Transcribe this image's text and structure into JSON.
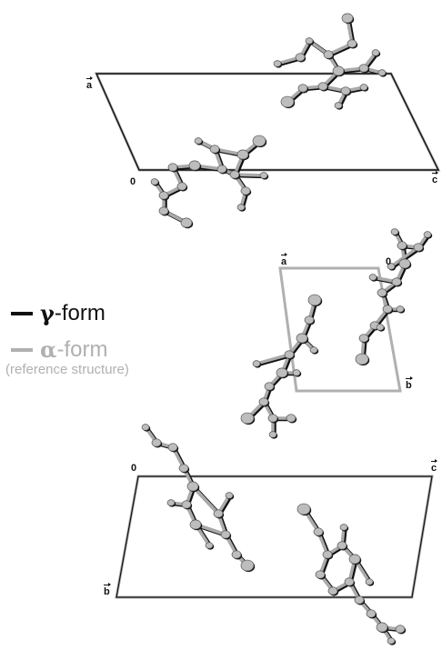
{
  "colors": {
    "gamma": "#111111",
    "alpha": "#b0b0b0",
    "atom": "#bdbdbd"
  },
  "legend": {
    "gamma": {
      "symbol": "γ",
      "text": "-form"
    },
    "alpha": {
      "symbol": "α",
      "text": "-form",
      "note": "(reference structure)"
    }
  },
  "panels": {
    "top": {
      "axis_a": "a",
      "axis_c": "c",
      "origin": "0"
    },
    "middle": {
      "axis_a": "a",
      "axis_b": "b",
      "origin": "0"
    },
    "bottom": {
      "axis_b": "b",
      "axis_c": "c",
      "origin": "0"
    }
  }
}
